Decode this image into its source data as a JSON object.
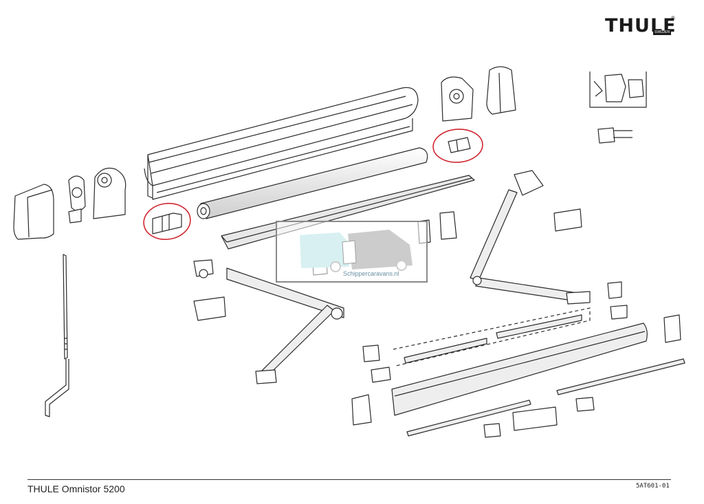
{
  "brand": {
    "logo_text": "THULE",
    "logo_subtext": "SWEDEN",
    "registered": "®"
  },
  "watermark": {
    "text": "Schippercaravans.nl",
    "colors": {
      "teal": "#a8dde0",
      "grey": "#8f8f8f"
    }
  },
  "footer": {
    "title": "THULE Omnistor 5200",
    "code": "5AT601-01"
  },
  "highlight_color": "#d0252f"
}
